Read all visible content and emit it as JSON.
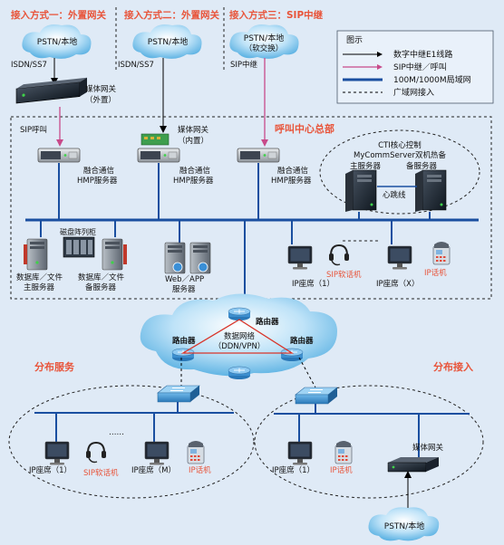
{
  "access_methods": [
    {
      "title": "接入方式一：外置网关",
      "cloud": "PSTN/本地",
      "link": "ISDN/SS7",
      "gateway": "媒体网关",
      "gateway_note": "（外置）"
    },
    {
      "title": "接入方式二：外置网关",
      "cloud": "PSTN/本地",
      "link": "ISDN/SS7",
      "gateway": "媒体网关",
      "gateway_note": "（内置）"
    },
    {
      "title": "接入方式三：SIP中继",
      "cloud_line1": "PSTN/本地",
      "cloud_line2": "（软交换）",
      "link": "SIP中继"
    }
  ],
  "legend": {
    "title": "图示",
    "items": [
      {
        "label": "数字中继E1线路",
        "color": "#000000"
      },
      {
        "label": "SIP中继／呼叫",
        "color": "#c84a8a"
      },
      {
        "label": "100M/1000M局域网",
        "color": "#1a4fa0"
      },
      {
        "label": "广域网接入",
        "color": "#000000"
      }
    ]
  },
  "hq": {
    "title": "呼叫中心总部",
    "sip_call": "SIP呼叫",
    "servers": [
      {
        "line1": "融合通信",
        "line2": "HMP服务器"
      },
      {
        "line1": "融合通信",
        "line2": "HMP服务器"
      },
      {
        "line1": "融合通信",
        "line2": "HMP服务器"
      }
    ],
    "cti": {
      "line1": "CTI核心控制",
      "line2": "MyCommServer双机热备",
      "main": "主服务器",
      "backup": "备服务器",
      "heartbeat": "心跳线"
    },
    "disk_array": "磁盘阵列柜",
    "db_main": {
      "line1": "数据库／文件",
      "line2": "主服务器"
    },
    "db_backup": {
      "line1": "数据库／文件",
      "line2": "备服务器"
    },
    "web": {
      "line1": "Web／APP",
      "line2": "服务器"
    },
    "seat1": "IP座席（1）",
    "softphone": "SIP软话机",
    "seatx": "IP座席（X）",
    "ipphone": "IP话机"
  },
  "wan": {
    "router": "路由器",
    "line1": "数据网络",
    "line2": "（DDN/VPN）"
  },
  "branch_service": {
    "title": "分布服务",
    "seat1": "IP座席（1）",
    "softphone": "SIP软话机",
    "seatm": "IP座席（M）",
    "ipphone": "IP话机",
    "dots": "……"
  },
  "branch_access": {
    "title": "分布接入",
    "seat1": "IP座席（1）",
    "ipphone": "IP话机",
    "gateway": "媒体网关",
    "cloud": "PSTN/本地"
  }
}
